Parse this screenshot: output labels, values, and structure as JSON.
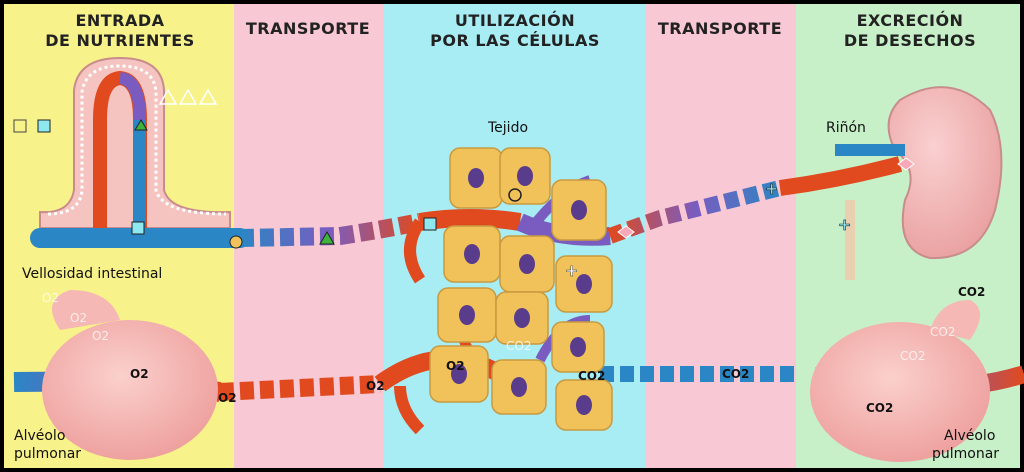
{
  "columns": [
    {
      "title_line1": "ENTRADA",
      "title_line2": "DE NUTRIENTES",
      "color": "#f8f28a"
    },
    {
      "title_line1": "TRANSPORTE",
      "title_line2": "",
      "color": "#f8c8d4"
    },
    {
      "title_line1": "UTILIZACIÓN",
      "title_line2": "POR LAS CÉLULAS",
      "color": "#a8ecf4"
    },
    {
      "title_line1": "TRANSPORTE",
      "title_line2": "",
      "color": "#f8c8d4"
    },
    {
      "title_line1": "EXCRECIÓN",
      "title_line2": "DE DESECHOS",
      "color": "#c8f0c8"
    }
  ],
  "labels": {
    "villus": "Vellosidad intestinal",
    "tissue": "Tejido",
    "kidney": "Riñón",
    "alveolus_left_1": "Alvéolo",
    "alveolus_left_2": "pulmonar",
    "alveolus_right_1": "Alvéolo",
    "alveolus_right_2": "pulmonar"
  },
  "gases": {
    "o2": "O2",
    "co2": "CO2"
  },
  "colors": {
    "artery": "#e04a1e",
    "vein": "#2a86c4",
    "cell": "#f2c25a",
    "nucleus": "#5a3c8c",
    "kidney": "#f5b5b5",
    "alveolus": "#f6b8b4"
  }
}
